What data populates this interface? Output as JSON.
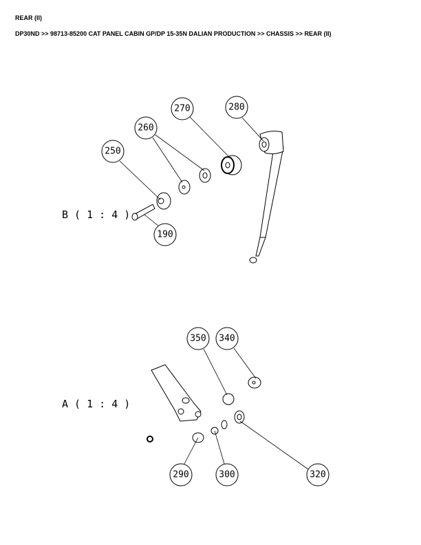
{
  "page": {
    "title": "REAR (II)",
    "breadcrumb": "DP30ND >> 98713-85200 CAT PANEL CABIN GP/DP 15-35N DALIAN PRODUCTION >> CHASSIS >> REAR (II)"
  },
  "diagram": {
    "views": [
      {
        "label": "B ( 1 : 4 )"
      },
      {
        "label": "A ( 1 : 4 )"
      }
    ],
    "callouts": [
      "270",
      "280",
      "260",
      "250",
      "190",
      "350",
      "340",
      "290",
      "300",
      "320"
    ]
  }
}
